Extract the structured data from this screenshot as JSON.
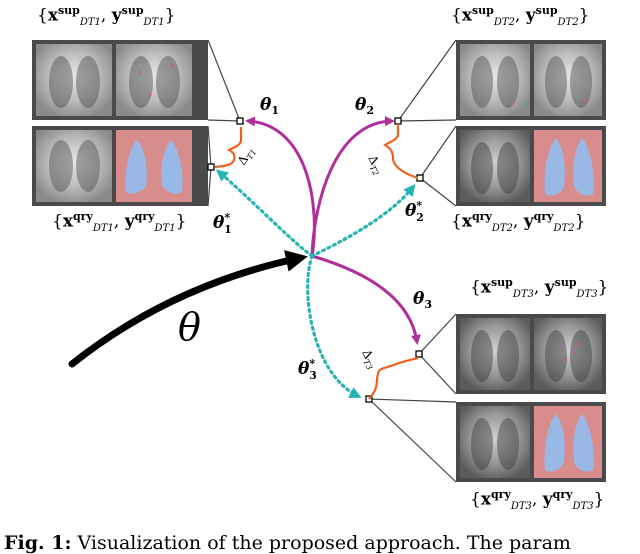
{
  "labels": {
    "theta": "θ",
    "theta1": "θ",
    "theta1_sub": "1",
    "theta2": "θ",
    "theta2_sub": "2",
    "theta3": "θ",
    "theta3_sub": "3",
    "theta1s": "θ",
    "theta1s_sub": "1",
    "theta2s": "θ",
    "theta2s_sub": "2",
    "theta3s": "θ",
    "theta3s_sub": "3",
    "star": "*",
    "delta": "Δ",
    "delta1_sub": "T1",
    "delta2_sub": "T2",
    "delta3_sub": "T3"
  },
  "sets": {
    "t1_sup": {
      "x": "x",
      "y": "y",
      "sup": "sup",
      "sub": "DT1"
    },
    "t1_qry": {
      "x": "x",
      "y": "y",
      "sup": "qry",
      "sub": "DT1"
    },
    "t2_sup": {
      "x": "x",
      "y": "y",
      "sup": "sup",
      "sub": "DT2"
    },
    "t2_qry": {
      "x": "x",
      "y": "y",
      "sup": "qry",
      "sub": "DT2"
    },
    "t3_sup": {
      "x": "x",
      "y": "y",
      "sup": "sup",
      "sub": "DT3"
    },
    "t3_qry": {
      "x": "x",
      "y": "y",
      "sup": "qry",
      "sub": "DT3"
    }
  },
  "caption": {
    "fig_label": "Fig. 1:",
    "text": "Visualization of the proposed approach. The param"
  },
  "colors": {
    "adapt_arrow": "#b0309a",
    "meta_arrow": "#28b4b4",
    "delta_bracket": "#f06020",
    "mask_bg": "#d98c8c",
    "mask_lung": "#9ab8e6"
  }
}
